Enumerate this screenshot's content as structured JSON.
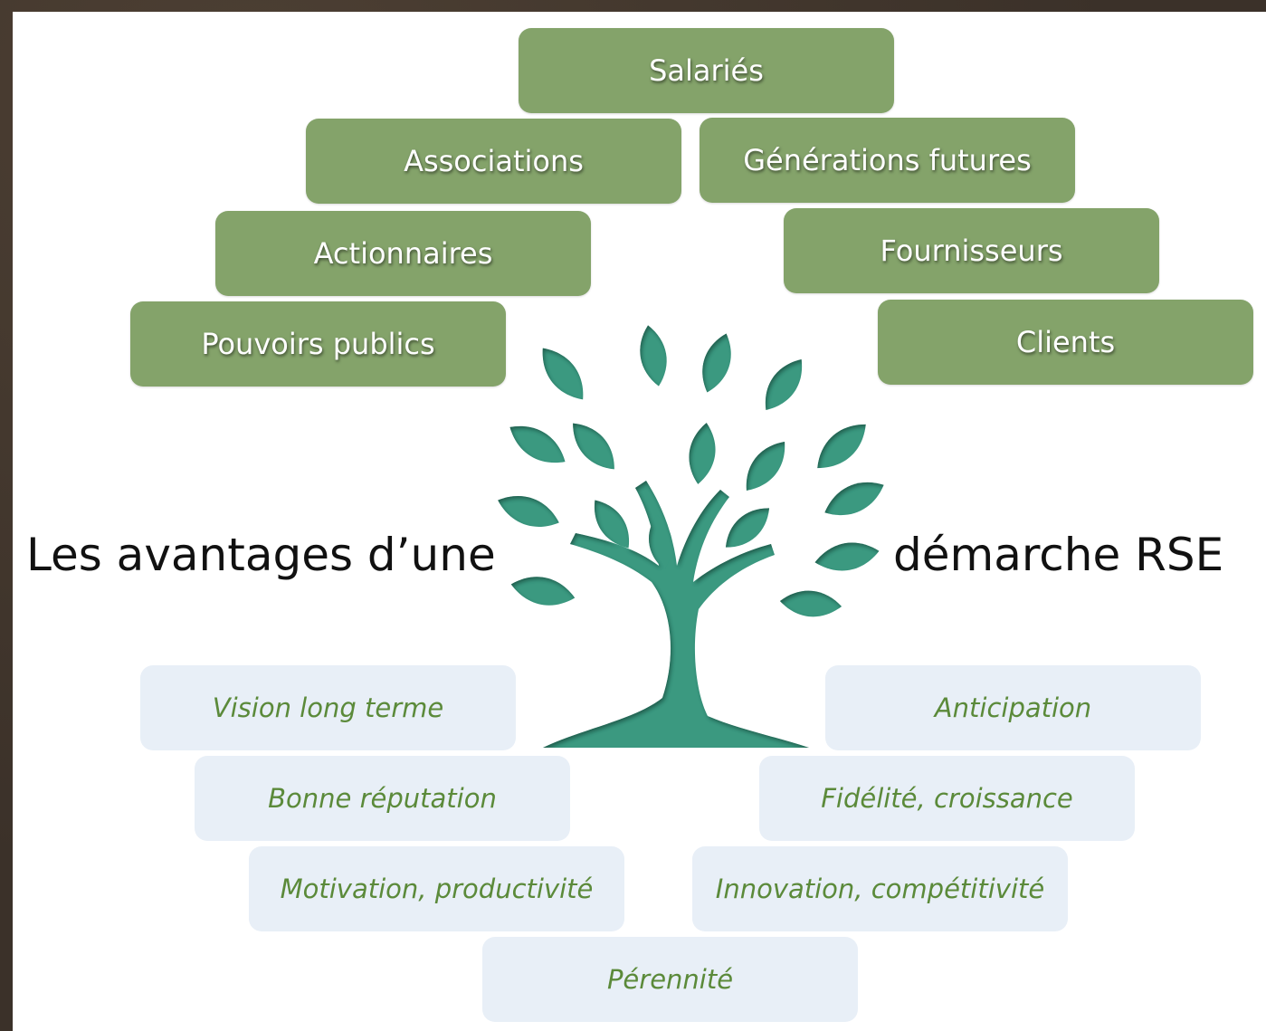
{
  "stakeholders": {
    "salaries": "Salariés",
    "associations": "Associations",
    "generations_futures": "Générations futures",
    "actionnaires": "Actionnaires",
    "fournisseurs": "Fournisseurs",
    "pouvoirs_publics": "Pouvoirs publics",
    "clients": "Clients"
  },
  "title": {
    "left": "Les avantages d’une",
    "right": "démarche RSE"
  },
  "benefits": {
    "vision": "Vision long terme",
    "anticipation": "Anticipation",
    "reputation": "Bonne réputation",
    "fidelite": "Fidélité, croissance",
    "motivation": "Motivation, productivité",
    "innovation": "Innovation, compétitivité",
    "perennite": "Pérennité"
  },
  "colors": {
    "stakeholder_box": "#84a36a",
    "benefit_box": "#e8eff7",
    "benefit_text": "#5b8a3a",
    "tree": "#3a9980"
  },
  "icons": {
    "center": "tree-icon"
  }
}
